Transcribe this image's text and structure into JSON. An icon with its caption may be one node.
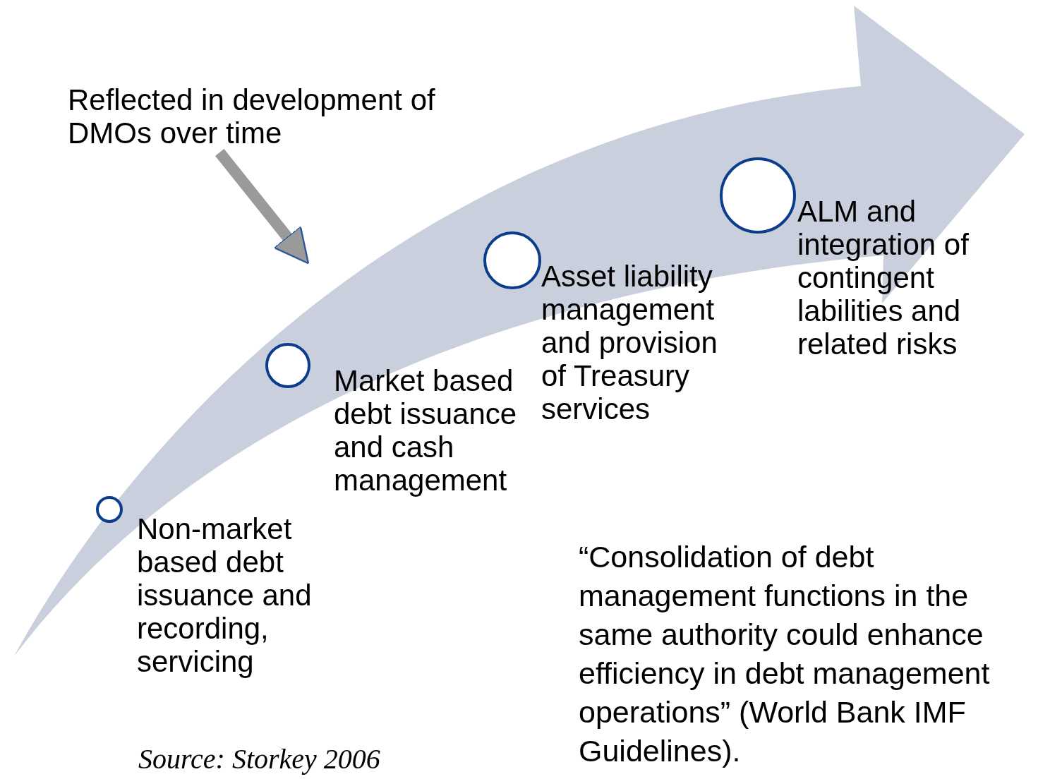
{
  "diagram": {
    "nodes": [
      {
        "text": [
          "Reflected in development of DMOs over time"
        ]
      },
      {
        "text": [],
        "shape": "arrow"
      },
      {
        "text": [],
        "shape": "circle",
        "beside": [
          "Non-market based debt issuance and recording, servicing"
        ],
        "in": 1
      },
      {
        "text": [],
        "shape": "circle",
        "beside": [
          "Market based debt issuance and cash management"
        ],
        "in": 1
      },
      {
        "text": [],
        "shape": "circle",
        "beside": [
          "Asset liability management and provision of Treasury services"
        ],
        "in": 1
      },
      {
        "text": [],
        "shape": "circle",
        "beside": [
          "ALM and integration of contingent labilities and related risks"
        ],
        "in": 1
      }
    ],
    "edges": [
      {
        "from": 0,
        "to": 1,
        "arrow": "to"
      }
    ],
    "labels": [
      "“Consolidation of debt management functions in the same authority could enhance efficiency in debt management operations” (World Bank IMF Guidelines).",
      "Source: Storkey 2006"
    ]
  }
}
